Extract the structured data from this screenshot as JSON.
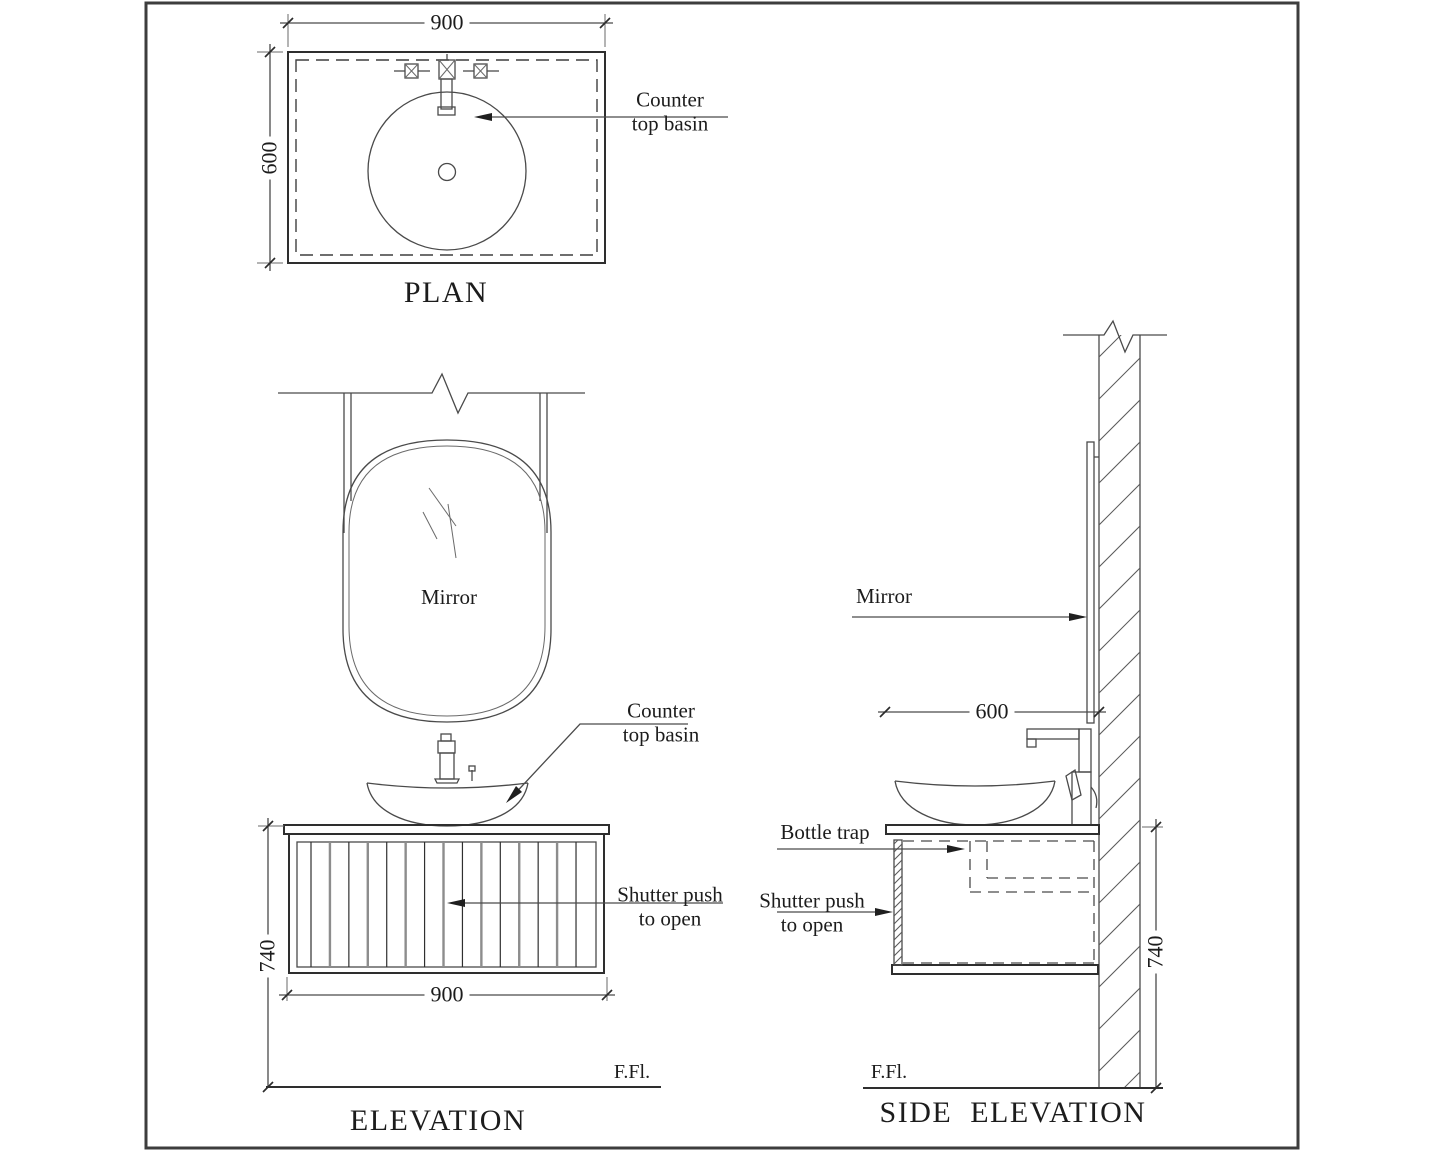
{
  "plan": {
    "title": "PLAN",
    "dim_width": "900",
    "dim_depth": "600",
    "label_counter_basin": "Counter\ntop basin"
  },
  "elevation": {
    "title": "ELEVATION",
    "label_mirror": "Mirror",
    "label_counter_basin": "Counter\ntop basin",
    "label_shutter": "Shutter push\nto open",
    "dim_height": "740",
    "dim_width": "900",
    "floor_label": "F.Fl."
  },
  "side_elevation": {
    "title": "SIDE  ELEVATION",
    "label_mirror": "Mirror",
    "label_bottle_trap": "Bottle trap",
    "label_shutter": "Shutter push\nto open",
    "dim_depth": "600",
    "dim_height": "740",
    "floor_label": "F.Fl."
  },
  "colors": {
    "line": "#4a4a4a",
    "text": "#1c1c1c",
    "frame": "#3d3d3d",
    "background": "#ffffff"
  }
}
